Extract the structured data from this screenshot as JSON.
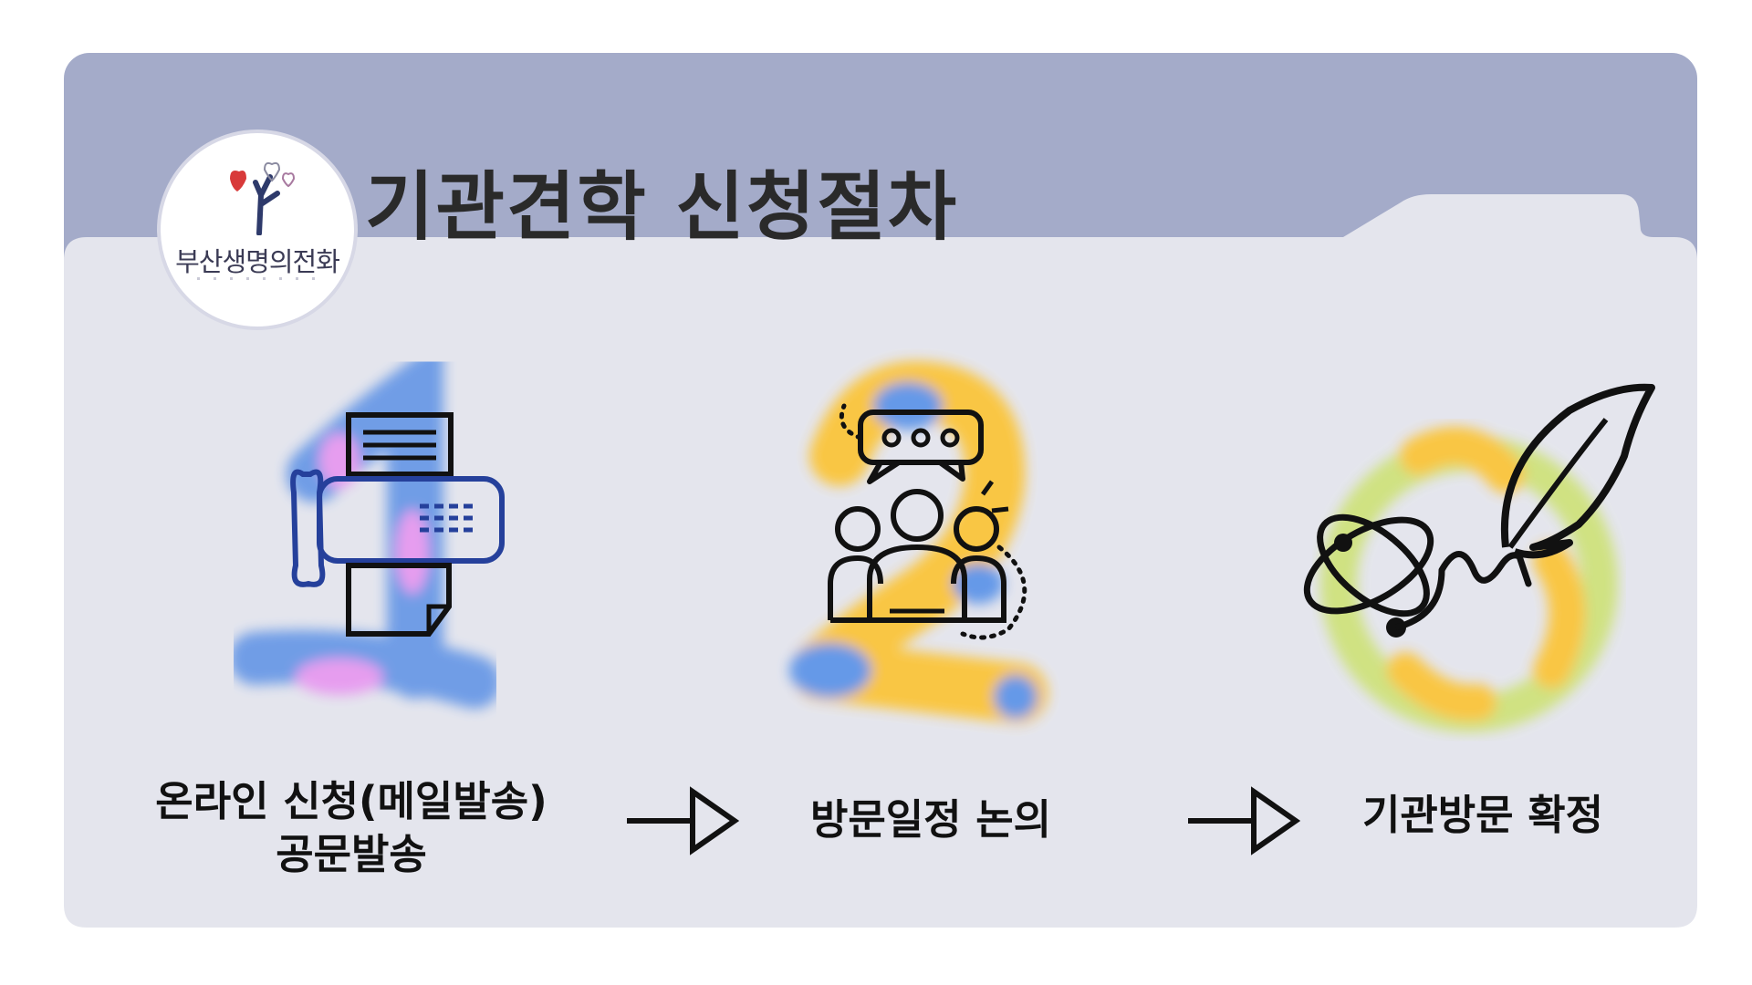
{
  "title": "기관견학 신청절차",
  "logo": {
    "name": "부산생명의전화"
  },
  "steps": [
    {
      "line1": "온라인 신청(메일발송)",
      "line2": "공문발송",
      "icon": "fax-machine-icon"
    },
    {
      "line1": "방문일정 논의",
      "icon": "group-discussion-icon"
    },
    {
      "line1": "기관방문 확정",
      "icon": "atom-quill-icon"
    }
  ],
  "colors": {
    "header": "#a4abc9",
    "panel": "#e4e5ed",
    "paint_blue": "#6a9ae6",
    "paint_pink": "#e79af0",
    "paint_yellow": "#fbc53a",
    "paint_green": "#cfe27d",
    "line_blue": "#25409b"
  }
}
